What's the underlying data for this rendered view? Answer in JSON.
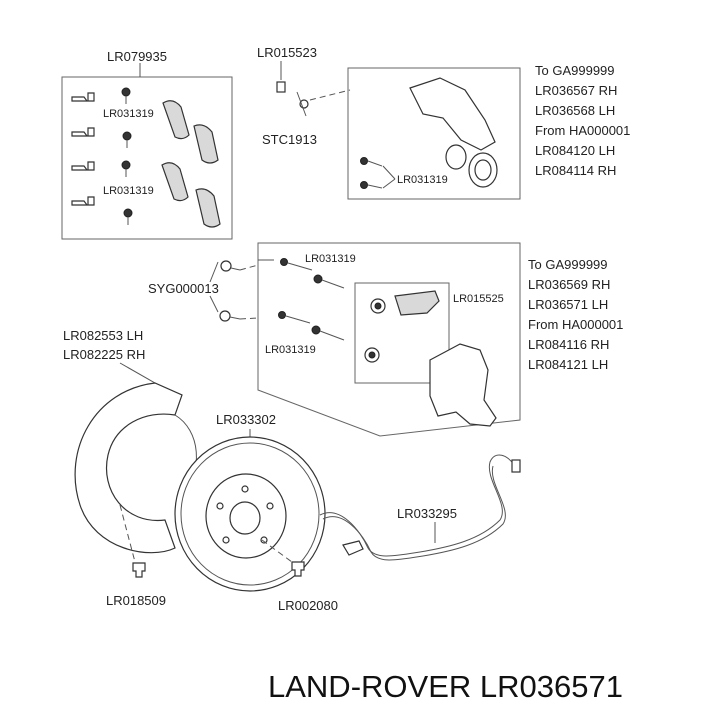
{
  "title": "LAND-ROVER LR036571",
  "labels": {
    "pad_kit": "LR079935",
    "bolt_top_1": "LR031319",
    "bolt_top_2": "LR031319",
    "bleed_screw": "LR015523",
    "bleed_cap": "STC1913",
    "caliper_bolt": "LR031319",
    "bolt_mid_1": "LR031319",
    "bolt_mid_2": "LR031319",
    "guide_pin_kit": "SYG000013",
    "pad_clip": "LR015525",
    "shield": [
      "LR082553 LH",
      "LR082225 RH"
    ],
    "disc": "LR033302",
    "sensor": "LR033295",
    "shield_bolt": "LR018509",
    "disc_screw": "LR002080"
  },
  "upper_caliper_notes": [
    "To GA999999",
    "LR036567 RH",
    "LR036568 LH",
    "From HA000001",
    "LR084120 LH",
    "LR084114 RH"
  ],
  "lower_carrier_notes": [
    "To GA999999",
    "LR036569 RH",
    "LR036571 LH",
    "From HA000001",
    "LR084116 RH",
    "LR084121 LH"
  ]
}
